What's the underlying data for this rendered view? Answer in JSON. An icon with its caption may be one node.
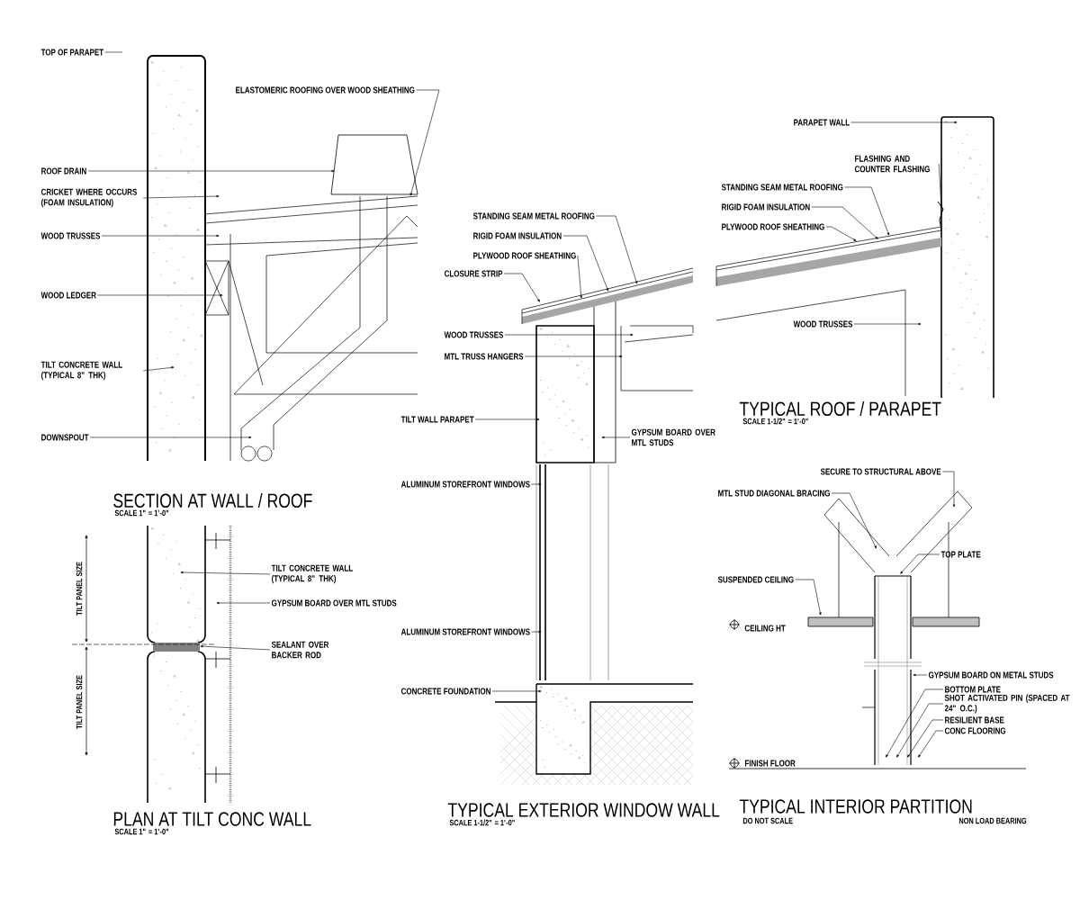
{
  "diagram": {
    "nodes": [
      {
        "text": [
          "TOP OF PARAPET"
        ]
      },
      {
        "text": [
          "ELASTOMERIC ROOFING OVER WOOD SHEATHING"
        ]
      },
      {
        "text": [
          "ROOF DRAIN"
        ]
      },
      {
        "text": [
          "CRICKET WHERE OCCURS (FOAM INSULATION)"
        ]
      },
      {
        "text": [
          "WOOD TRUSSES"
        ]
      },
      {
        "text": [
          "WOOD LEDGER"
        ]
      },
      {
        "text": [
          "TILT CONCRETE WALL (TYPICAL 8\" THK)"
        ]
      },
      {
        "text": [
          "DOWNSPOUT"
        ]
      },
      {
        "text": [
          "STANDING SEAM METAL ROOFING"
        ]
      },
      {
        "text": [
          "RIGID FOAM INSULATION"
        ]
      },
      {
        "text": [
          "PLYWOOD ROOF SHEATHING"
        ]
      },
      {
        "text": [
          "CLOSURE STRIP"
        ]
      },
      {
        "text": [
          "WOOD TRUSSES"
        ]
      },
      {
        "text": [
          "MTL TRUSS HANGERS"
        ]
      },
      {
        "text": [
          "TILT WALL PARAPET"
        ]
      },
      {
        "text": [
          "GYPSUM BOARD OVER MTL STUDS"
        ]
      },
      {
        "text": [
          "PARAPET WALL"
        ]
      },
      {
        "text": [
          "STANDING SEAM METAL ROOFING"
        ]
      },
      {
        "text": [
          "FLASHING AND COUNTER FLASHING"
        ]
      },
      {
        "text": [
          "RIGID FOAM INSULATION"
        ]
      },
      {
        "text": [
          "PLYWOOD ROOF SHEATHING"
        ]
      },
      {
        "text": [
          "WOOD TRUSSES"
        ]
      },
      {
        "text": [
          "TILT CONCRETE WALL (TYPICAL 8\" THK)"
        ]
      },
      {
        "text": [
          "GYPSUM BOARD OVER MTL STUDS"
        ]
      },
      {
        "text": [
          "SEALANT OVER BACKER ROD"
        ]
      },
      {
        "text": [
          "ALUMINUM STOREFRONT WINDOWS"
        ]
      },
      {
        "text": [
          "SECURE TO STRUCTURAL ABOVE"
        ]
      },
      {
        "text": [
          "MTL STUD DIAGONAL BRACING"
        ]
      },
      {
        "text": [
          "TOP PLATE"
        ]
      },
      {
        "text": [
          "SUSPENDED CEILING"
        ]
      },
      {
        "text": [
          "ALUMINUM STOREFRONT WINDOWS"
        ]
      },
      {
        "text": [
          "CONCRETE FOUNDATION"
        ]
      },
      {
        "text": [
          "GYPSUM BOARD ON METAL STUDS"
        ]
      },
      {
        "text": [
          "BOTTOM PLATE"
        ]
      },
      {
        "text": [
          "SHOT ACTIVATED PIN (SPACED AT 24\" O.C.)"
        ]
      },
      {
        "text": [
          "RESILIENT BASE"
        ]
      },
      {
        "text": [
          "CONC FLOORING"
        ]
      }
    ],
    "edges": [
      {
        "from": 0,
        "to": null,
        "arrow": "none"
      },
      {
        "from": 1,
        "to": null,
        "arrow": "to"
      },
      {
        "from": 2,
        "to": null,
        "arrow": "to"
      },
      {
        "from": 3,
        "to": null,
        "arrow": "to"
      },
      {
        "from": 4,
        "to": null,
        "arrow": "to"
      },
      {
        "from": 5,
        "to": null,
        "arrow": "to"
      },
      {
        "from": 6,
        "to": null,
        "arrow": "to"
      },
      {
        "from": 7,
        "to": null,
        "arrow": "to"
      },
      {
        "from": 8,
        "to": null,
        "arrow": "to"
      },
      {
        "from": 9,
        "to": null,
        "arrow": "to"
      },
      {
        "from": 10,
        "to": null,
        "arrow": "to"
      },
      {
        "from": 11,
        "to": null,
        "arrow": "to"
      },
      {
        "from": 12,
        "to": null,
        "arrow": "to"
      },
      {
        "from": 13,
        "to": null,
        "arrow": "to"
      },
      {
        "from": 14,
        "to": null,
        "arrow": "to"
      },
      {
        "from": 15,
        "to": null,
        "arrow": "to"
      },
      {
        "from": 16,
        "to": null,
        "arrow": "to"
      },
      {
        "from": 17,
        "to": null,
        "arrow": "to"
      },
      {
        "from": 18,
        "to": null,
        "arrow": "to"
      },
      {
        "from": 19,
        "to": null,
        "arrow": "to"
      },
      {
        "from": 20,
        "to": null,
        "arrow": "to"
      },
      {
        "from": 21,
        "to": null,
        "arrow": "to"
      },
      {
        "from": 22,
        "to": null,
        "arrow": "to"
      },
      {
        "from": 23,
        "to": null,
        "arrow": "to"
      },
      {
        "from": 24,
        "to": null,
        "arrow": "to"
      },
      {
        "from": 25,
        "to": null,
        "arrow": "to"
      },
      {
        "from": 26,
        "to": null,
        "arrow": "to"
      },
      {
        "from": 27,
        "to": null,
        "arrow": "to"
      },
      {
        "from": 28,
        "to": null,
        "arrow": "to"
      },
      {
        "from": 29,
        "to": null,
        "arrow": "to"
      },
      {
        "from": 30,
        "to": null,
        "arrow": "to"
      },
      {
        "from": 31,
        "to": null,
        "arrow": "to"
      },
      {
        "from": 32,
        "to": null,
        "arrow": "to"
      },
      {
        "from": 33,
        "to": null,
        "arrow": "to"
      },
      {
        "from": 34,
        "to": null,
        "arrow": "to"
      },
      {
        "from": 35,
        "to": null,
        "arrow": "to"
      },
      {
        "from": 36,
        "to": null,
        "arrow": "to"
      }
    ],
    "labels": [
      "SECTION AT WALL / ROOF",
      "SCALE 1\" = 1'-0\"",
      "TILT PANEL SIZE",
      "TILT PANEL SIZE",
      "PLAN AT TILT CONC WALL",
      "SCALE 1\" = 1'-0\"",
      "TYPICAL ROOF / PARAPET",
      "SCALE 1-1/2\" = 1'-0\"",
      "CEILING HT",
      "FINISH FLOOR",
      "TYPICAL EXTERIOR WINDOW WALL",
      "SCALE 1-1/2\" = 1'-0\"",
      "TYPICAL INTERIOR PARTITION",
      "DO NOT SCALE",
      "NON LOAD BEARING"
    ]
  }
}
